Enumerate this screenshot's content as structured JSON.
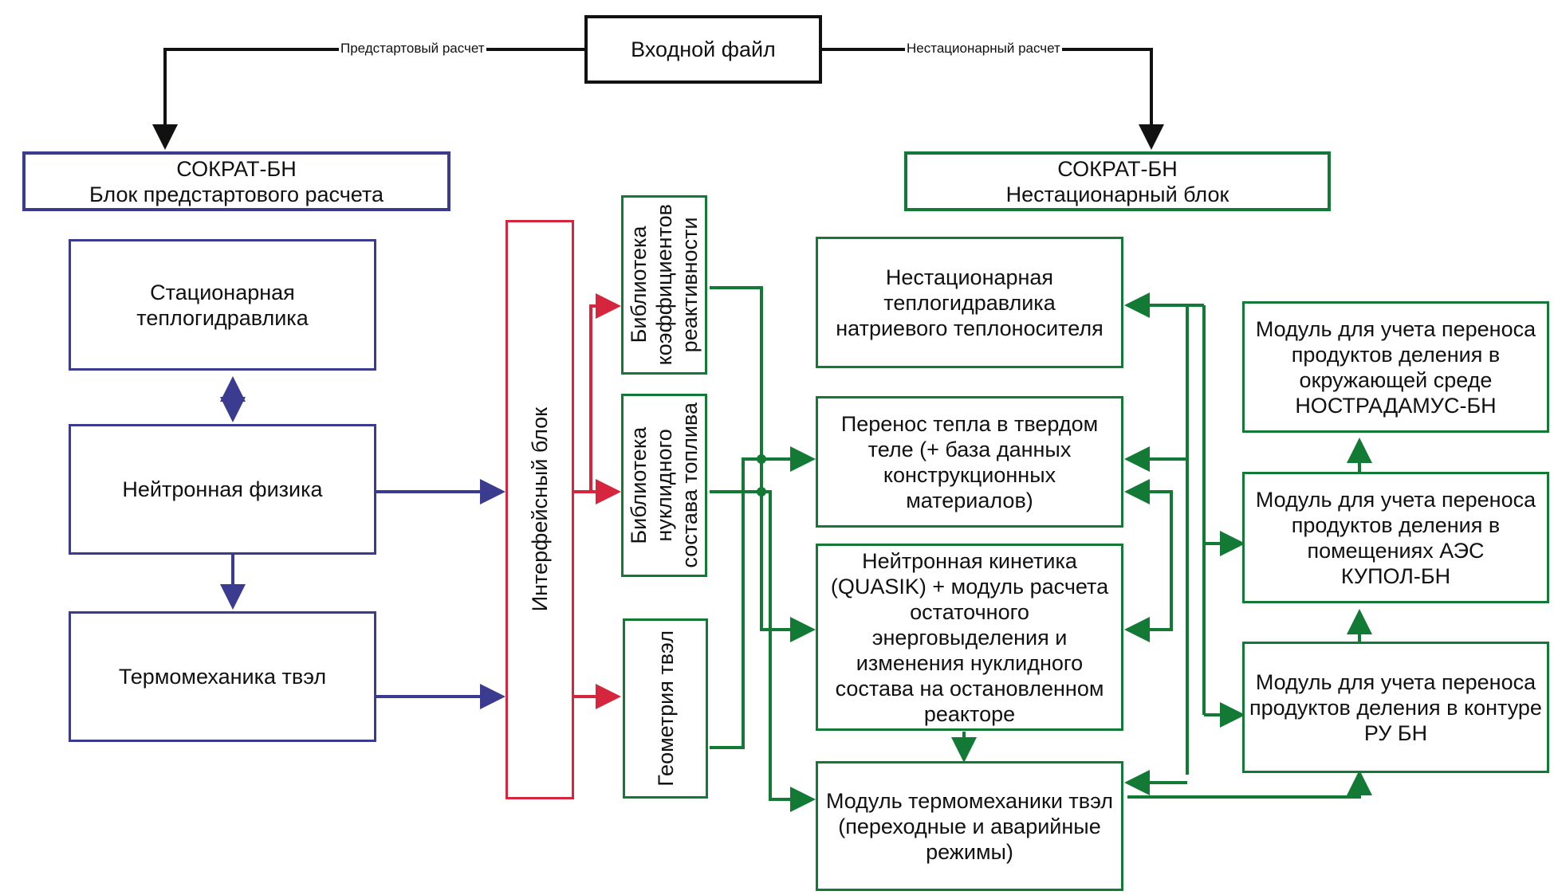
{
  "nodes": {
    "input_file": "Входной файл",
    "presim_header": "СОКРАТ-БН\nБлок предстартового расчета",
    "transient_header": "СОКРАТ-БН\nНестационарный блок",
    "stationary_th": "Стационарная\nтеплогидравлика",
    "neutron_physics": "Нейтронная физика",
    "fuel_thermomech": "Термомеханика твэл",
    "interface_block": "Интерфейсный блок",
    "lib_reactivity": "Библиотека\nкоэффициентов\nреактивности",
    "lib_nuclide": "Библиотека\nнуклидного\nсостава топлива",
    "fuel_geometry": "Геометрия твэл",
    "transient_th": "Нестационарная\nтеплогидравлика\nнатриевого теплоносителя",
    "heat_transfer": "Перенос тепла в твердом\nтеле (+ база данных\nконструкционных\nматериалов)",
    "neutron_kinetics": "Нейтронная кинетика\n(QUASIK) + модуль расчета\nостаточного\nэнерговыделения и\nизменения нуклидного\nсостава на остановленном\nреакторе",
    "fuel_thermomech_module": "Модуль термомеханики твэл\n(переходные и аварийные\nрежимы)",
    "module_env": "Модуль для учета переноса\nпродуктов деления в\nокружающей среде\nНОСТРАДАМУС-БН",
    "module_npp": "Модуль для учета переноса\nпродуктов деления в\nпомещениях АЭС\nКУПОЛ-БН",
    "module_circuit": "Модуль для учета переноса\nпродуктов деления в контуре\nРУ БН"
  },
  "edge_labels": {
    "presim": "Предстартовый расчет",
    "transient": "Нестационарный расчет"
  },
  "colors": {
    "black": "#111111",
    "purple": "#3b3b8f",
    "green": "#127a34",
    "red": "#d6263e"
  }
}
